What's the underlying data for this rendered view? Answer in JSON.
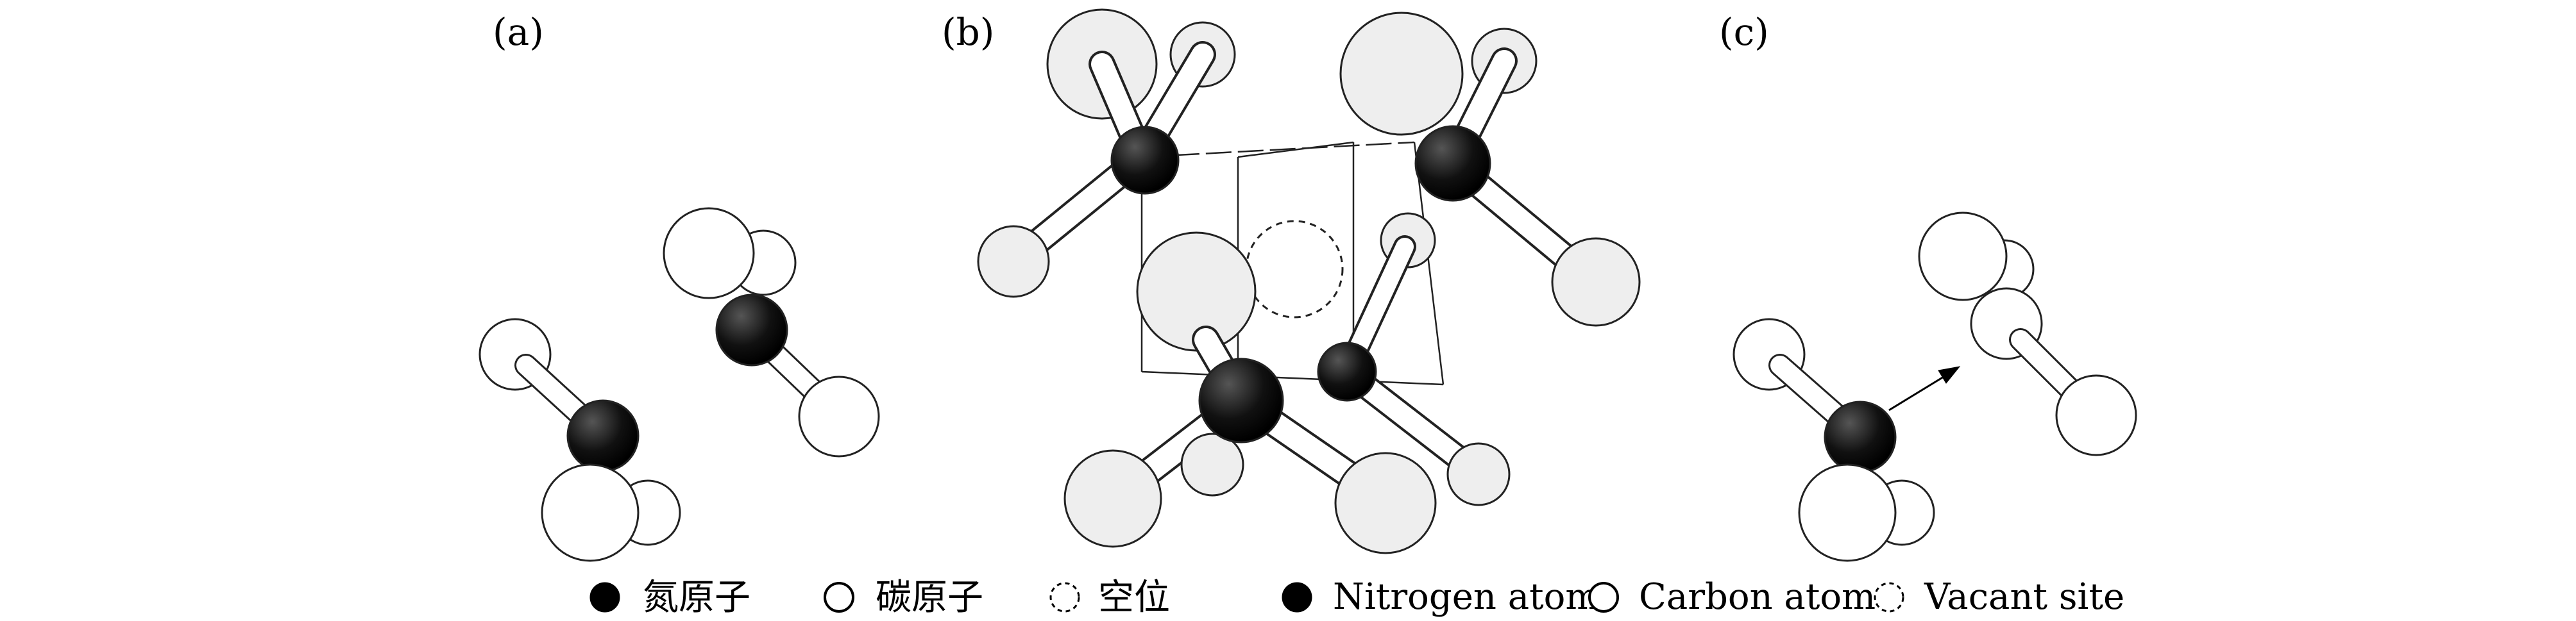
{
  "panels": {
    "a": {
      "label": "(a)"
    },
    "b": {
      "label": "(b)"
    },
    "c": {
      "label": "(c)"
    }
  },
  "legend": {
    "zh": {
      "nitrogen": "氮原子",
      "carbon": "碳原子",
      "vacancy": "空位"
    },
    "en": {
      "nitrogen": "Nitrogen atom",
      "carbon": "Carbon atom",
      "vacancy": "Vacant site"
    }
  },
  "colors": {
    "nitrogen": "#000000",
    "carbon_white": "#ffffff",
    "carbon_grey": "#eeeeee",
    "outline": "#222222",
    "bond": "#ffffff"
  },
  "icons": {
    "nitrogen": "filled-black-circle",
    "carbon": "open-circle",
    "vacancy": "dashed-circle"
  }
}
